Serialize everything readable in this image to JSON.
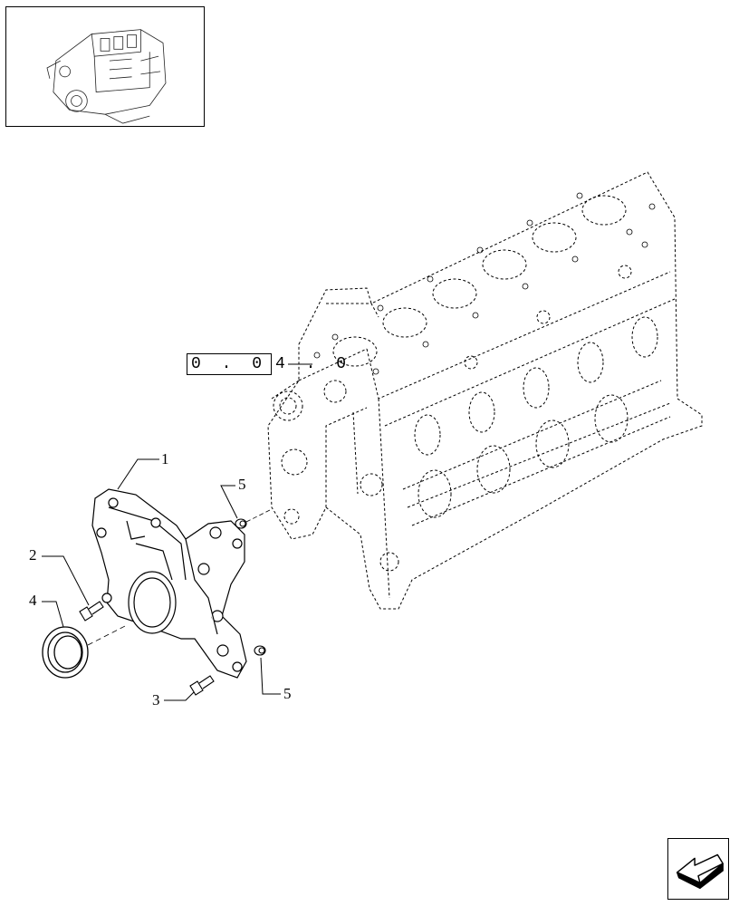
{
  "thumbnail": {
    "icon": "engine-overview-icon"
  },
  "reference": {
    "boxed": "0 . 0",
    "rest": "4 . 0"
  },
  "callouts": [
    {
      "id": "1",
      "label": "1"
    },
    {
      "id": "2",
      "label": "2"
    },
    {
      "id": "3",
      "label": "3"
    },
    {
      "id": "4",
      "label": "4"
    },
    {
      "id": "5a",
      "label": "5"
    },
    {
      "id": "5b",
      "label": "5"
    }
  ],
  "nav": {
    "icon": "next-page-arrow-icon"
  }
}
